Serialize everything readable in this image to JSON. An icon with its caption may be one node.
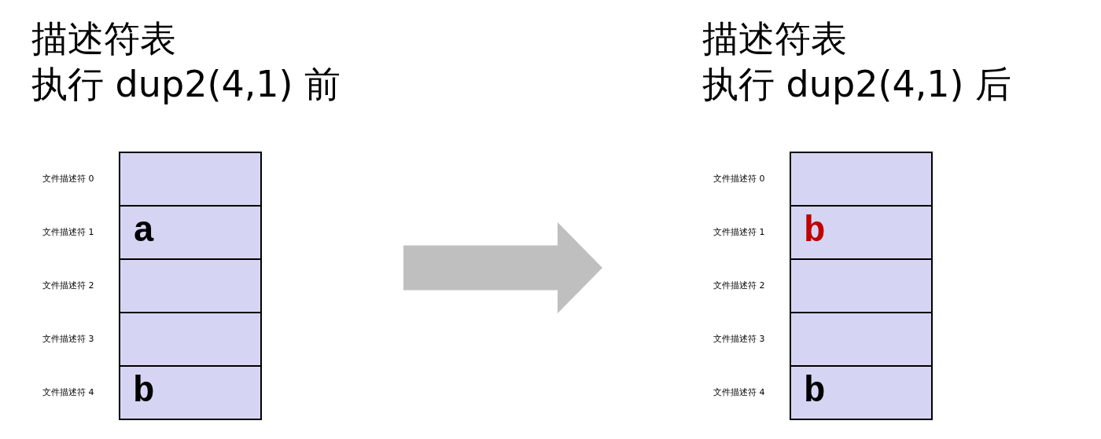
{
  "diagram": {
    "nodes": [
      {
        "text": [
          "描述符表",
          "执行 dup2(4,1) 前"
        ]
      },
      {
        "text": [],
        "shape": "box",
        "in": 0,
        "beside": [
          "文件描述符 0"
        ]
      },
      {
        "text": [
          "a"
        ],
        "in": 0,
        "beside": [
          "文件描述符 1"
        ]
      },
      {
        "text": [],
        "shape": "box",
        "in": 0,
        "beside": [
          "文件描述符 2"
        ]
      },
      {
        "text": [],
        "shape": "box",
        "in": 0,
        "beside": [
          "文件描述符 3"
        ]
      },
      {
        "text": [
          "b"
        ],
        "in": 0,
        "beside": [
          "文件描述符 4"
        ]
      },
      {
        "text": [
          "描述符表",
          "执行 dup2(4,1) 后"
        ]
      },
      {
        "text": [],
        "shape": "box",
        "in": 6,
        "beside": [
          "文件描述符 0"
        ]
      },
      {
        "text": [
          "b"
        ],
        "in": 6,
        "beside": [
          "文件描述符 1"
        ]
      },
      {
        "text": [],
        "shape": "box",
        "in": 6,
        "beside": [
          "文件描述符 2"
        ]
      },
      {
        "text": [],
        "shape": "box",
        "in": 6,
        "beside": [
          "文件描述符 3"
        ]
      },
      {
        "text": [
          "b"
        ],
        "in": 6,
        "beside": [
          "文件描述符 4"
        ]
      }
    ],
    "edges": [
      {
        "from": 0,
        "to": 6,
        "arrow": "to"
      }
    ]
  }
}
